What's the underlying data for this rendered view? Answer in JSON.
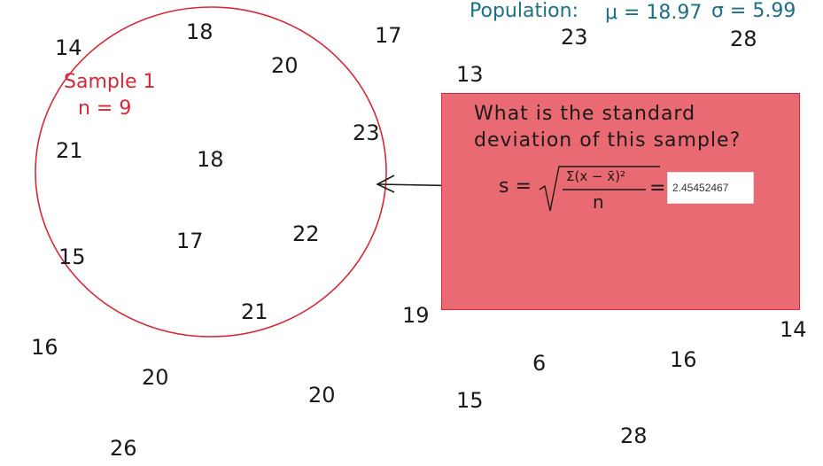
{
  "population": {
    "label": "Population:",
    "mu": "μ = 18.97",
    "sigma": "σ = 5.99"
  },
  "sample": {
    "label": "Sample 1",
    "n": "n = 9",
    "values": [
      "18",
      "20",
      "17",
      "23",
      "18",
      "21",
      "17",
      "22",
      "21"
    ]
  },
  "outside_values": [
    "14",
    "15",
    "16",
    "20",
    "26",
    "20",
    "19",
    "15",
    "6",
    "16",
    "28",
    "14",
    "23",
    "28",
    "13"
  ],
  "question": {
    "line1": "What is the standard",
    "line2": "deviation of this sample?",
    "formula": {
      "lhs": "s =",
      "numerator": "Σ(x − x̄)²",
      "denominator": "n",
      "equals": "="
    },
    "answer_value": "2.45452467"
  },
  "colors": {
    "panel": "#e96a72",
    "circle": "#d62839",
    "population": "#1d6f86"
  }
}
